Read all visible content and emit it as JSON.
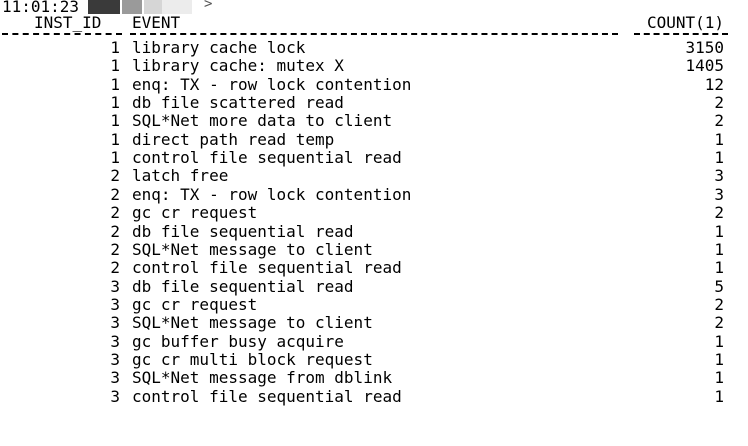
{
  "header": {
    "timestamp": "11:01:23",
    "columns": {
      "inst_id": "INST_ID",
      "event": "EVENT",
      "count": "COUNT(1)"
    }
  },
  "rows": [
    {
      "inst_id": "1",
      "event": "library cache lock",
      "count": "3150"
    },
    {
      "inst_id": "1",
      "event": "library cache: mutex X",
      "count": "1405"
    },
    {
      "inst_id": "1",
      "event": "enq: TX - row lock contention",
      "count": "12"
    },
    {
      "inst_id": "1",
      "event": "db file scattered read",
      "count": "2"
    },
    {
      "inst_id": "1",
      "event": "SQL*Net more data to client",
      "count": "2"
    },
    {
      "inst_id": "1",
      "event": "direct path read temp",
      "count": "1"
    },
    {
      "inst_id": "1",
      "event": "control file sequential read",
      "count": "1"
    },
    {
      "inst_id": "2",
      "event": "latch free",
      "count": "3"
    },
    {
      "inst_id": "2",
      "event": "enq: TX - row lock contention",
      "count": "3"
    },
    {
      "inst_id": "2",
      "event": "gc cr request",
      "count": "2"
    },
    {
      "inst_id": "2",
      "event": "db file sequential read",
      "count": "1"
    },
    {
      "inst_id": "2",
      "event": "SQL*Net message to client",
      "count": "1"
    },
    {
      "inst_id": "2",
      "event": "control file sequential read",
      "count": "1"
    },
    {
      "inst_id": "3",
      "event": "db file sequential read",
      "count": "5"
    },
    {
      "inst_id": "3",
      "event": "gc cr request",
      "count": "2"
    },
    {
      "inst_id": "3",
      "event": "SQL*Net message to client",
      "count": "2"
    },
    {
      "inst_id": "3",
      "event": "gc buffer busy acquire",
      "count": "1"
    },
    {
      "inst_id": "3",
      "event": "gc cr multi block request",
      "count": "1"
    },
    {
      "inst_id": "3",
      "event": "SQL*Net message from dblink",
      "count": "1"
    },
    {
      "inst_id": "3",
      "event": "control file sequential read",
      "count": "1"
    }
  ]
}
